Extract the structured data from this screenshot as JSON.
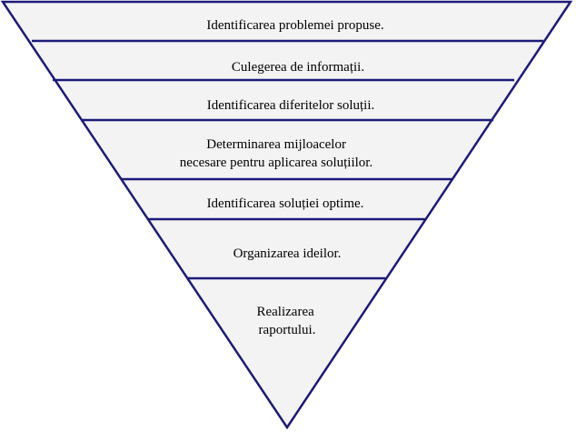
{
  "diagram": {
    "type": "inverted-pyramid",
    "colors": {
      "outline": "#1b1b7a",
      "fill": "#f3f3f3",
      "text": "#000000"
    },
    "levels": [
      {
        "lines": [
          "Identificarea problemei propuse."
        ]
      },
      {
        "lines": [
          "Culegerea de informații."
        ]
      },
      {
        "lines": [
          "Identificarea diferitelor soluții."
        ]
      },
      {
        "lines": [
          "Determinarea mijloacelor",
          "necesare pentru aplicarea soluțiilor."
        ]
      },
      {
        "lines": [
          "Identificarea soluției optime."
        ]
      },
      {
        "lines": [
          "Organizarea ideilor."
        ]
      },
      {
        "lines": [
          "Realizarea",
          "raportului."
        ]
      }
    ]
  }
}
